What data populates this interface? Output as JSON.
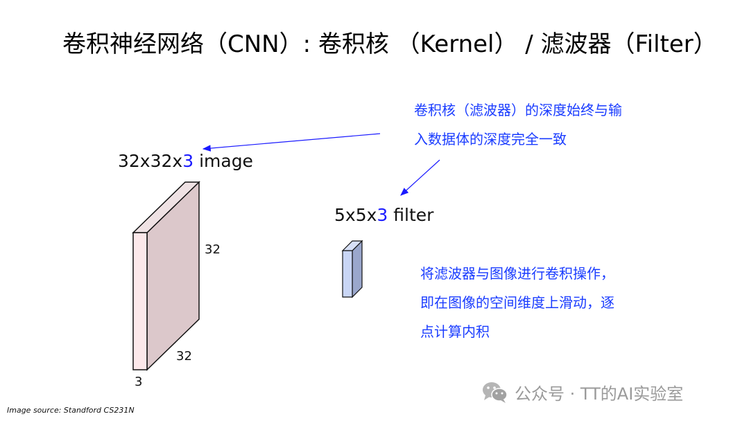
{
  "title": "卷积神经网络（CNN）:  卷积核 （Kernel） / 滤波器（Filter）",
  "image_volume": {
    "label_prefix": "32x32x",
    "label_depth": "3",
    "label_suffix": " image",
    "height_label": "32",
    "width_label": "32",
    "depth_label": "3"
  },
  "filter_volume": {
    "label_prefix": "5x5x",
    "label_depth": "3",
    "label_suffix": " filter"
  },
  "notes": {
    "depth_note": [
      "卷积核（滤波器）的深度始终与输",
      "入数据体的深度完全一致"
    ],
    "conv_note": [
      "将滤波器与图像进行卷积操作，",
      "即在图像的空间维度上滑动，逐",
      "点计算内积"
    ]
  },
  "source": "Image source: Standford CS231N",
  "watermark": "公众号 · TT的AI实验室",
  "colors": {
    "accent": "#1a1aff",
    "note_text": "#1a3cff",
    "image_front": "#fce8ea",
    "image_side": "#dcc8cb",
    "filter_front": "#c9d6f5",
    "filter_side": "#9aa7cc",
    "watermark": "#9a9a9a"
  }
}
